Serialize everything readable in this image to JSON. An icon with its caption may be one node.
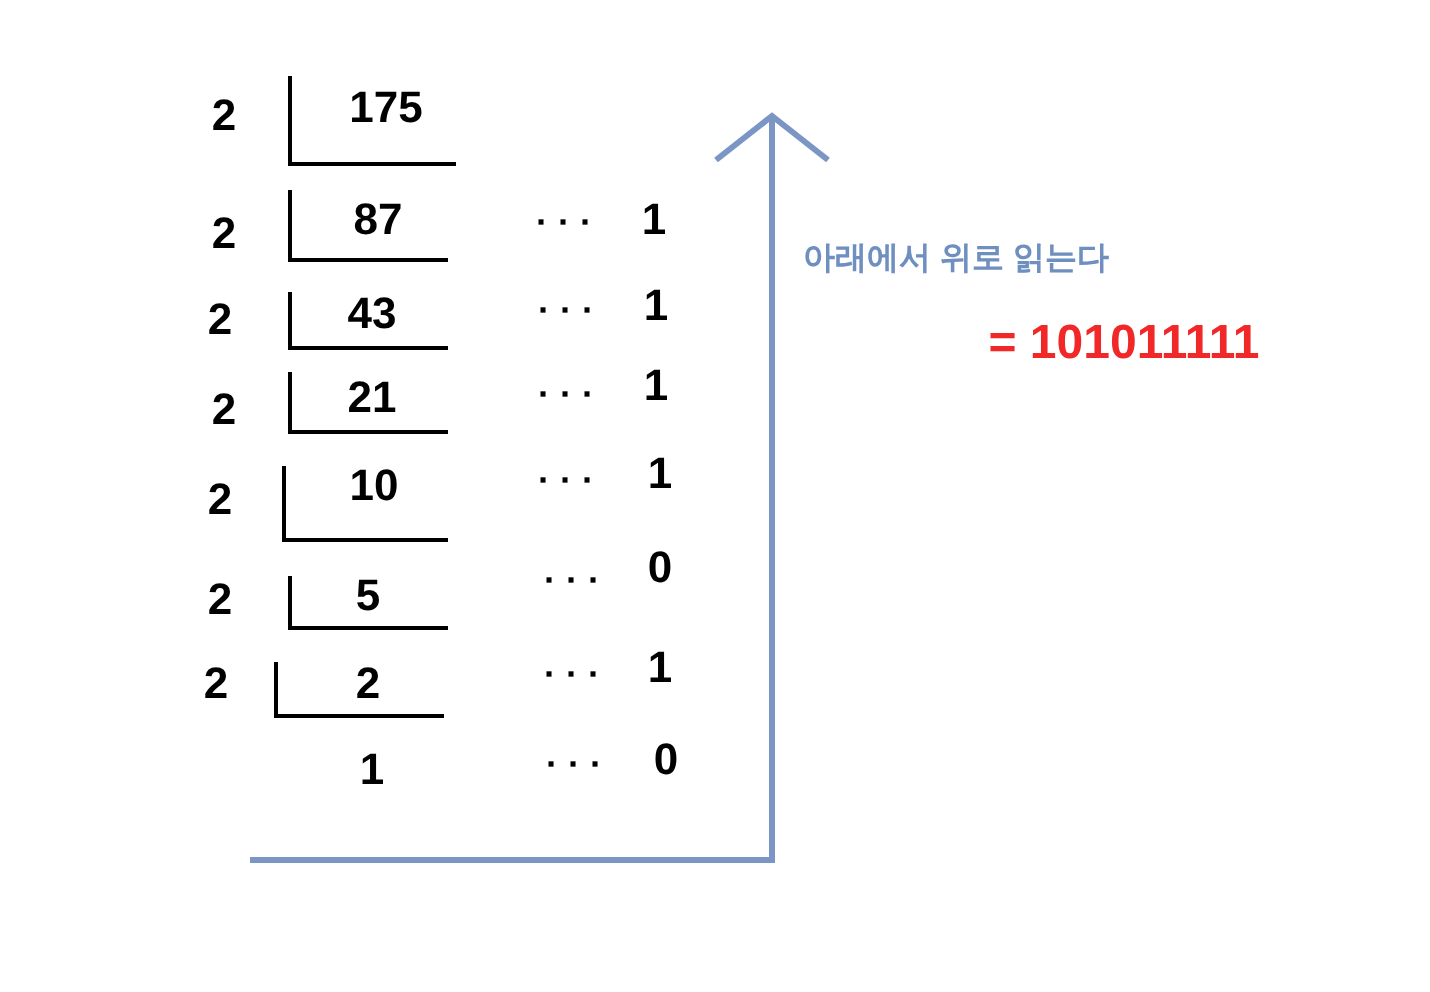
{
  "diagram": {
    "labels": [
      "2",
      "175",
      "2",
      "87",
      "· · ·",
      "1",
      "2",
      "43",
      "· · ·",
      "1",
      "2",
      "21",
      "· · ·",
      "1",
      "2",
      "10",
      "· · ·",
      "1",
      "2",
      "5",
      "· · ·",
      "0",
      "2",
      "2",
      "· · ·",
      "1",
      "1",
      "· · ·",
      "0",
      "아래에서 위로 읽는다",
      "= 101011111"
    ]
  }
}
